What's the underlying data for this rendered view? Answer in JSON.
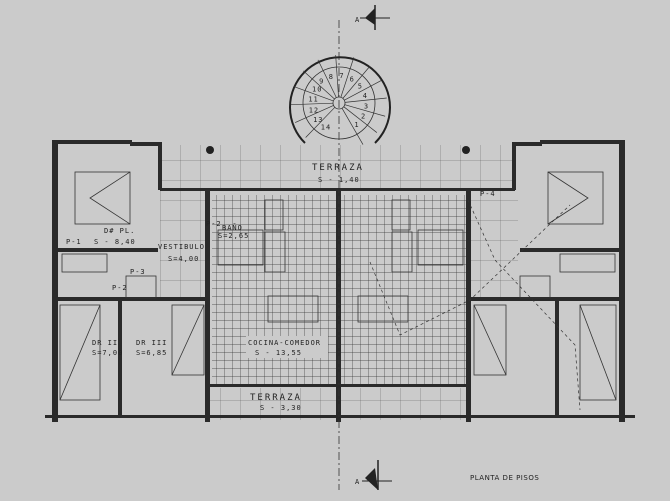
{
  "title": "PLANTA DE PISOS",
  "section_marker": "A",
  "rooms": {
    "terraza_top": {
      "name": "TERRAZA",
      "area": "S - 1,40"
    },
    "dormitorio_principal": {
      "name": "D# PL.",
      "area": "S - 8,40"
    },
    "vestibulo": {
      "name": "VESTIBULO",
      "area": "S=4,00"
    },
    "bano": {
      "name": "BAÑO",
      "area": "S=2,65"
    },
    "dormitorio_2": {
      "name": "DR II",
      "area": "S=7,00"
    },
    "dormitorio_3": {
      "name": "DR III",
      "area": "S=6,85"
    },
    "cocina_comedor": {
      "name": "COCINA-COMEDOR",
      "area": "S - 13,55"
    },
    "terraza_bottom": {
      "name": "TERRAZA",
      "area": "S - 3,30"
    }
  },
  "door_tags": [
    "P-1",
    "P-2",
    "P-3",
    "P-4"
  ],
  "stair_steps": [
    "1",
    "2",
    "3",
    "4",
    "5",
    "6",
    "7",
    "8",
    "9",
    "10",
    "11",
    "12",
    "13",
    "14"
  ]
}
